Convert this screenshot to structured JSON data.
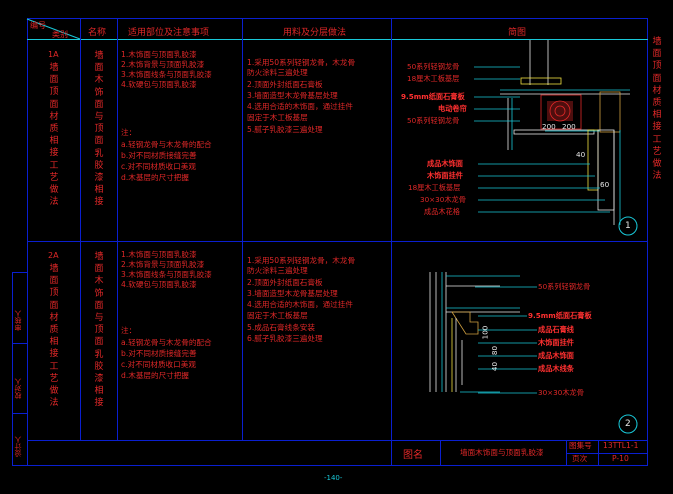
{
  "header": {
    "code_label": "编号",
    "category_label": "类别",
    "name": "名称",
    "scope": "适用部位及注意事项",
    "method": "用料及分层做法",
    "sketch": "简图"
  },
  "rows": [
    {
      "code": "1A",
      "category": "墙面顶面材质相接工艺做法",
      "name": "墙面木饰面与顶面乳胶漆相接",
      "scope_lines": [
        "1.木饰面与顶面乳胶漆",
        "2.木饰背景与顶面乳胶漆",
        "3.木饰面线条与顶面乳胶漆",
        "4.软硬包与顶面乳胶漆"
      ],
      "notes_label": "注：",
      "notes": [
        "a.轻钢龙骨与木龙骨的配合",
        "b.对不同材质接缝完善",
        "c.对不同材质收口美观",
        "d.木基层的尺寸把握"
      ],
      "method_lines": [
        "1.采用50系列轻钢龙骨，木龙骨",
        "防火涂料三遍处理",
        "2.顶面外封纸面石膏板",
        "3.墙面造型木龙骨基层处理",
        "4.选用合适的木饰面，通过挂件",
        "固定于木工板基层",
        "5.腻子乳胶漆三遍处理"
      ],
      "callouts": [
        "50系列轻钢龙骨",
        "18厘木工板基层",
        "9.5mm纸面石膏板",
        "电动卷帘",
        "50系列轻钢龙骨",
        "成品木饰面",
        "木饰面挂件",
        "18厘木工板基层",
        "30×30木龙骨",
        "成品木花格"
      ],
      "dims": [
        "200",
        "200",
        "40",
        "60"
      ],
      "detail_no": "1"
    },
    {
      "code": "2A",
      "category": "墙面顶面材质相接工艺做法",
      "name": "墙面木饰面与顶面乳胶漆相接",
      "scope_lines": [
        "1.木饰面与顶面乳胶漆",
        "2.木饰背景与顶面乳胶漆",
        "3.木饰面线条与顶面乳胶漆",
        "4.软硬包与顶面乳胶漆"
      ],
      "notes_label": "注：",
      "notes": [
        "a.轻钢龙骨与木龙骨的配合",
        "b.对不同材质接缝完善",
        "c.对不同材质收口美观",
        "d.木基层的尺寸把握"
      ],
      "method_lines": [
        "1.采用50系列轻钢龙骨，木龙骨",
        "防火涂料三遍处理",
        "2.顶面外封纸面石膏板",
        "3.墙面造型木龙骨基层处理",
        "4.选用合适的木饰面，通过挂件",
        "固定于木工板基层",
        "5.成品石膏线条安装",
        "6.腻子乳胶漆三遍处理"
      ],
      "callouts": [
        "50系列轻钢龙骨",
        "9.5mm纸面石膏板",
        "成品石膏线",
        "木饰面挂件",
        "成品木饰面",
        "成品木线条",
        "30×30木龙骨"
      ],
      "dims": [
        "40",
        "80",
        "100"
      ],
      "detail_no": "2"
    }
  ],
  "side_title": "墙面顶面材质相接工艺做法",
  "left_strip": [
    "审核人",
    "校对人",
    "设计人"
  ],
  "footer": {
    "drawing_label": "图名",
    "drawing_name": "墙面木饰面与顶面乳胶漆",
    "set_no_label": "图集号",
    "set_no": "13TTL1-1",
    "page_label": "页次",
    "page": "P-10"
  },
  "page_number": "-140-"
}
